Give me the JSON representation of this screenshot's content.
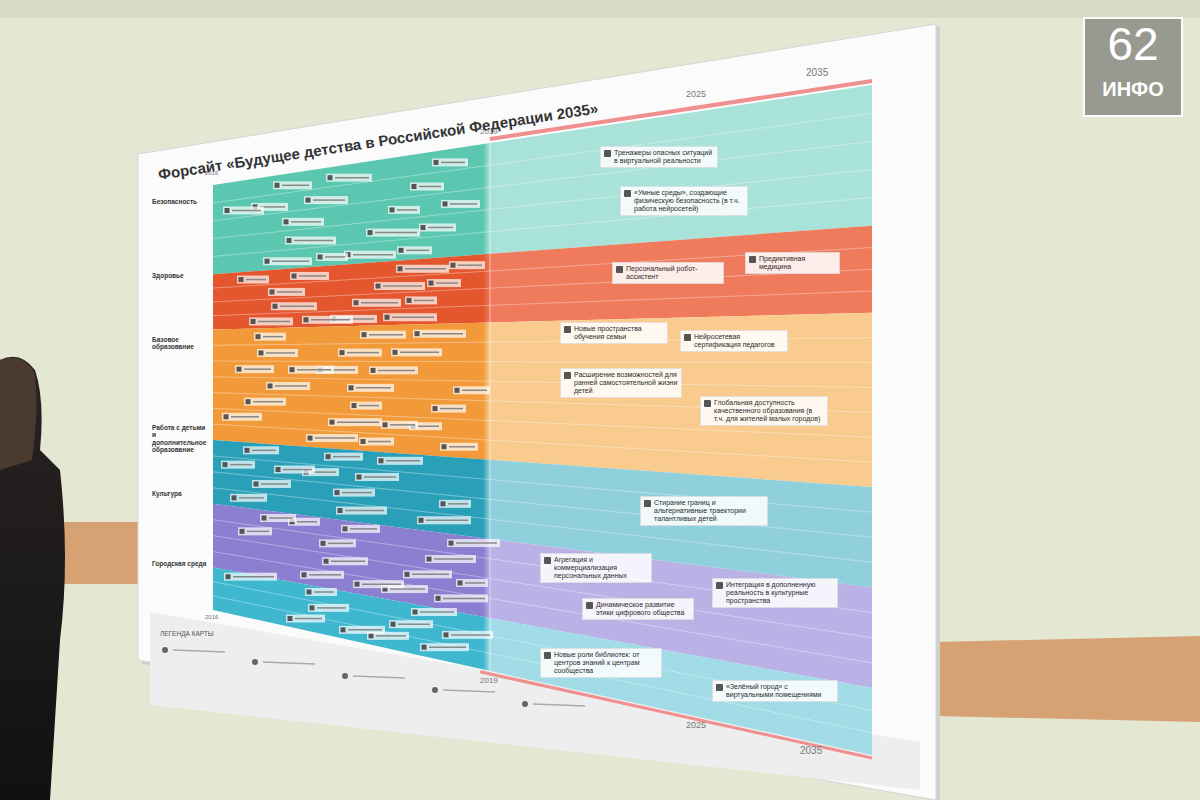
{
  "diagram": {
    "title": "Форсайт «Будущее детства в Российской Федерации 2035»",
    "nodes": [
      {
        "text": [
          "Тренажеры опасных ситуаций в виртуальной реальности"
        ]
      },
      {
        "text": [
          "«Умные среды», создающие физическую безопасность (в т.ч. работа нейросетей)"
        ]
      },
      {
        "text": [
          "Предиктивная медицина"
        ]
      },
      {
        "text": [
          "Персональный робот-ассистент"
        ]
      },
      {
        "text": [
          "Новые пространства обучения семьи"
        ]
      },
      {
        "text": [
          "Нейросетевая сертификация педагогов"
        ]
      },
      {
        "text": [
          "Расширение возможностей для ранней самостоятельной жизни детей"
        ]
      },
      {
        "text": [
          "Глобальная доступность качественного образования (в т.ч. для жителей малых городов)"
        ]
      },
      {
        "text": [
          "Стирание границ и альтернативные траектории талантливых детей"
        ]
      },
      {
        "text": [
          "Агрегация и коммерциализация персональных данных"
        ]
      },
      {
        "text": [
          "Интеграция в дополненную реальность в культурные пространства"
        ]
      },
      {
        "text": [
          "Динамическое развитие этики цифрового общества"
        ]
      },
      {
        "text": [
          "«Зелёный город» с виртуальными помещениями"
        ]
      },
      {
        "text": [
          "Новые роли библиотек: от центров знаний к центрам сообщества"
        ]
      }
    ],
    "labels": [
      "2016",
      "2019",
      "2025",
      "2035",
      "Безопасность",
      "Здоровье",
      "Базовое образование",
      "Работа с детьми и дополнительное образование",
      "Культура",
      "Городская среда",
      "2016",
      "2019",
      "2025",
      "2035",
      "ЛЕГЕНДА КАРТЫ",
      "62",
      "ИНФО"
    ]
  }
}
